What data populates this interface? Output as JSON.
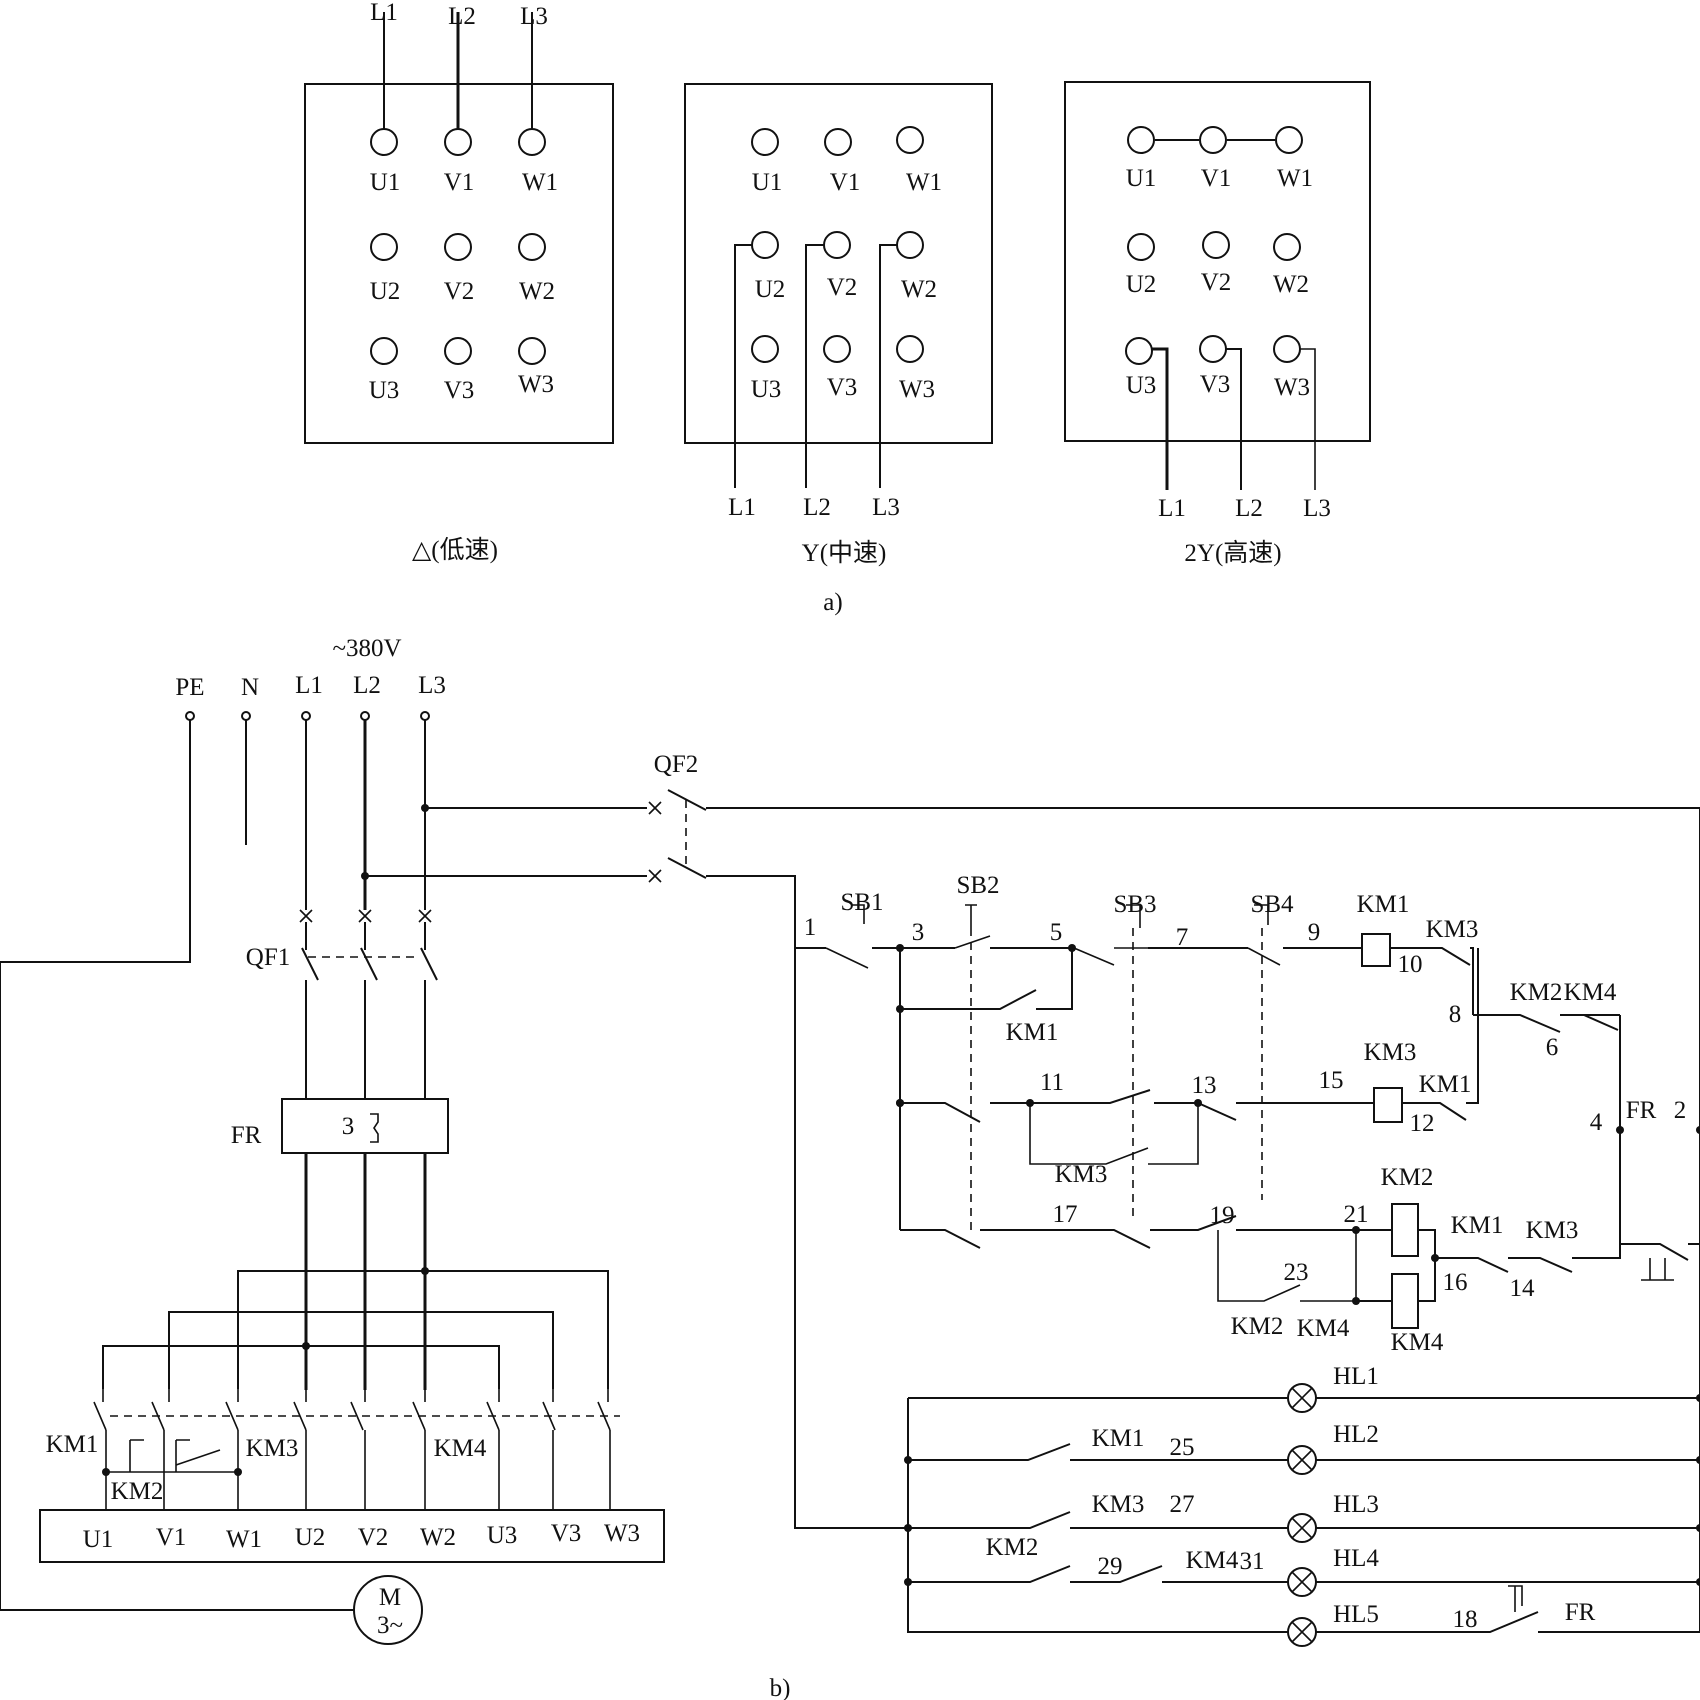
{
  "figure_a": {
    "panels": [
      {
        "terminals": [
          "U1",
          "V1",
          "W1",
          "U2",
          "V2",
          "W2",
          "U3",
          "V3",
          "W3"
        ],
        "lines": [
          "L1",
          "L2",
          "L3"
        ],
        "caption": "△(低速)"
      },
      {
        "terminals": [
          "U1",
          "V1",
          "W1",
          "U2",
          "V2",
          "W2",
          "U3",
          "V3",
          "W3"
        ],
        "lines": [
          "L1",
          "L2",
          "L3"
        ],
        "caption": "Y(中速)"
      },
      {
        "terminals": [
          "U1",
          "V1",
          "W1",
          "U2",
          "V2",
          "W2",
          "U3",
          "V3",
          "W3"
        ],
        "lines": [
          "L1",
          "L2",
          "L3"
        ],
        "caption": "2Y(高速)"
      }
    ],
    "label": "a)"
  },
  "figure_b": {
    "label": "b)",
    "supply": {
      "voltage": "~380V",
      "lines": [
        "PE",
        "N",
        "L1",
        "L2",
        "L3"
      ]
    },
    "breakers": {
      "main": "QF1",
      "control": "QF2"
    },
    "overload": {
      "name": "FR",
      "inner": "3",
      "contact_name": "FR",
      "contact_num": "2"
    },
    "contactors": {
      "km1": "KM1",
      "km2": "KM2",
      "km3": "KM3",
      "km4": "KM4"
    },
    "motor": {
      "line1": "M",
      "line2": "3~"
    },
    "motor_terminals": [
      "U1",
      "V1",
      "W1",
      "U2",
      "V2",
      "W2",
      "U3",
      "V3",
      "W3"
    ],
    "buttons": [
      "SB1",
      "SB2",
      "SB3",
      "SB4"
    ],
    "nodes": [
      "1",
      "3",
      "5",
      "7",
      "9",
      "10",
      "8",
      "6",
      "4",
      "11",
      "13",
      "15",
      "12",
      "17",
      "19",
      "21",
      "23",
      "16",
      "14",
      "25",
      "27",
      "29",
      "31",
      "18"
    ],
    "lamps": [
      "HL1",
      "HL2",
      "HL3",
      "HL4",
      "HL5"
    ]
  }
}
